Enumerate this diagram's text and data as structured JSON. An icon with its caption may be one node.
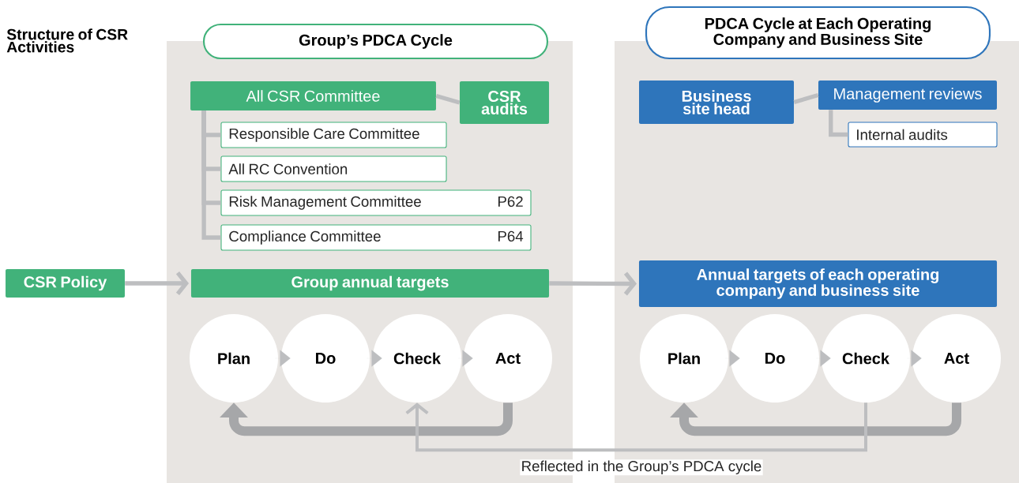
{
  "diagram": {
    "nodes": [
      {
        "text": [],
        "shape": "box"
      },
      {
        "text": [
          "Group’s PDCA Cycle"
        ]
      },
      {
        "text": [],
        "shape": "box"
      },
      {
        "text": [
          "PDCA Cycle at Each Operating Company and Business Site"
        ]
      },
      {
        "text": [
          "All CSR Committee"
        ],
        "in": 0
      },
      {
        "text": [
          "CSR audits"
        ],
        "in": 0
      },
      {
        "text": [
          "Responsible Care Committee"
        ],
        "in": 0
      },
      {
        "text": [
          "All RC Convention"
        ],
        "in": 0
      },
      {
        "text": [
          "Risk Management Committee",
          "P62"
        ],
        "in": 0
      },
      {
        "text": [
          "Compliance Committee",
          "P64"
        ],
        "in": 0
      },
      {
        "text": [
          "CSR Policy"
        ]
      },
      {
        "text": [
          "Group annual targets"
        ],
        "in": 0
      },
      {
        "text": [
          "Business site head"
        ],
        "in": 2
      },
      {
        "text": [
          "Management reviews"
        ],
        "in": 2
      },
      {
        "text": [
          "Internal audits"
        ],
        "in": 2
      },
      {
        "text": [
          "Annual targets of each operating company and business site"
        ],
        "in": 2
      },
      {
        "text": [
          "Plan"
        ],
        "in": 0
      },
      {
        "text": [
          "Do"
        ],
        "in": 0
      },
      {
        "text": [
          "Check"
        ],
        "in": 0
      },
      {
        "text": [
          "Act"
        ],
        "in": 0
      },
      {
        "text": [
          "Plan"
        ],
        "in": 2
      },
      {
        "text": [
          "Do"
        ],
        "in": 2
      },
      {
        "text": [
          "Check"
        ],
        "in": 2
      },
      {
        "text": [
          "Act"
        ],
        "in": 2
      }
    ],
    "edges": [
      {
        "from": 4,
        "to": 5,
        "arrow": "none"
      },
      {
        "from": 4,
        "to": 6,
        "arrow": "none"
      },
      {
        "from": 4,
        "to": 7,
        "arrow": "none"
      },
      {
        "from": 4,
        "to": 8,
        "arrow": "none"
      },
      {
        "from": 4,
        "to": 9,
        "arrow": "none"
      },
      {
        "from": 10,
        "to": 11,
        "arrow": "to"
      },
      {
        "from": 11,
        "to": 15,
        "arrow": "to"
      },
      {
        "from": 12,
        "to": 13,
        "arrow": "none"
      },
      {
        "from": 13,
        "to": 14,
        "arrow": "none"
      },
      {
        "from": 16,
        "to": 17,
        "arrow": "to"
      },
      {
        "from": 17,
        "to": 18,
        "arrow": "to"
      },
      {
        "from": 18,
        "to": 19,
        "arrow": "to"
      },
      {
        "from": 19,
        "to": 16,
        "arrow": "to",
        "style": "thick",
        "color": "#a6a7a9"
      },
      {
        "from": 20,
        "to": 21,
        "arrow": "to"
      },
      {
        "from": 21,
        "to": 22,
        "arrow": "to"
      },
      {
        "from": 22,
        "to": 23,
        "arrow": "to"
      },
      {
        "from": 23,
        "to": 20,
        "arrow": "to",
        "style": "thick",
        "color": "#a6a7a9"
      },
      {
        "from": 22,
        "to": 18,
        "arrow": "to",
        "label": "Reflected in the Group’s PDCA cycle"
      }
    ],
    "labels": [
      "Structure of CSR Activities"
    ]
  }
}
